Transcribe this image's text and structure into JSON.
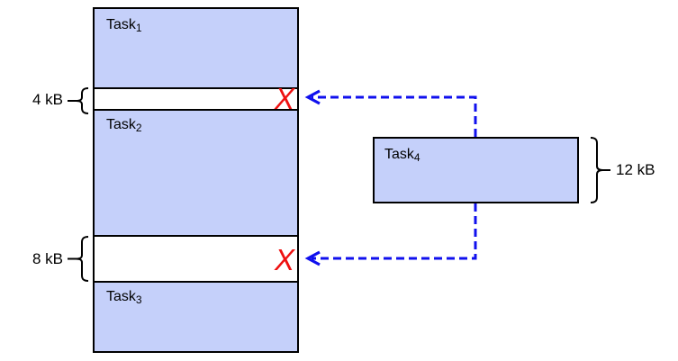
{
  "figure": {
    "type": "memory-fragmentation-diagram",
    "memory_map": {
      "segments": [
        {
          "kind": "task",
          "label_base": "Task",
          "label_sub": "1"
        },
        {
          "kind": "free",
          "size_label": "4 kB",
          "reject_mark": "X"
        },
        {
          "kind": "task",
          "label_base": "Task",
          "label_sub": "2"
        },
        {
          "kind": "free",
          "size_label": "8 kB",
          "reject_mark": "X"
        },
        {
          "kind": "task",
          "label_base": "Task",
          "label_sub": "3"
        }
      ]
    },
    "incoming_task": {
      "label_base": "Task",
      "label_sub": "4",
      "size_label": "12 kB"
    },
    "colors": {
      "task-fill": "#c5d0fa",
      "line": "#000000",
      "arrow": "#1010ee",
      "reject": "#ee1111"
    }
  }
}
